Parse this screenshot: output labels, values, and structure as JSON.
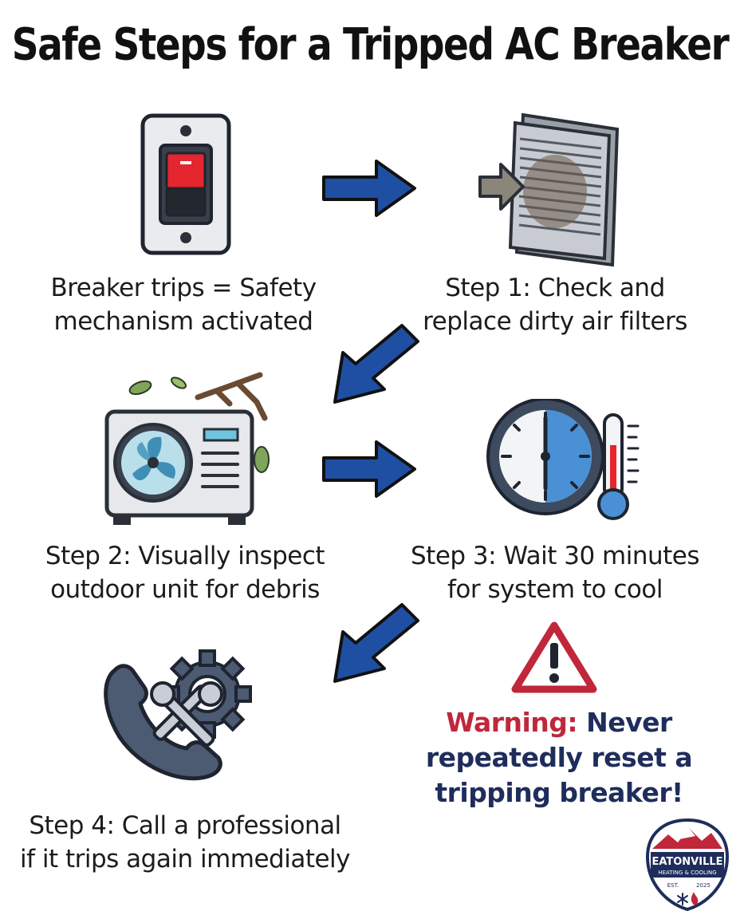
{
  "title": "Safe Steps for a Tripped AC Breaker",
  "steps": [
    {
      "line1": "Breaker trips = Safety",
      "line2": "mechanism activated",
      "icon": "breaker-switch-icon"
    },
    {
      "line1": "Step 1: Check and",
      "line2": "replace dirty air filters",
      "icon": "air-filter-icon"
    },
    {
      "line1": "Step 2: Visually inspect",
      "line2": "outdoor unit for debris",
      "icon": "outdoor-ac-unit-icon"
    },
    {
      "line1": "Step 3: Wait 30 minutes",
      "line2": "for system to cool",
      "icon": "clock-thermometer-icon"
    },
    {
      "line1": "Step 4: Call a professional",
      "line2": "if it trips again immediately",
      "icon": "phone-tools-icon"
    }
  ],
  "warning": {
    "label": "Warning:",
    "line1_rest": " Never",
    "line2": "repeatedly reset a",
    "line3": "tripping breaker!",
    "icon": "warning-triangle-icon"
  },
  "logo": {
    "name": "EATONVILLE",
    "tagline": "HEATING & COOLING",
    "est_label": "EST.",
    "year": "2025"
  },
  "colors": {
    "arrow_blue": "#1f4fa3",
    "warning_red": "#c0273a",
    "navy": "#1f2d5c",
    "switch_red": "#e5262e"
  }
}
